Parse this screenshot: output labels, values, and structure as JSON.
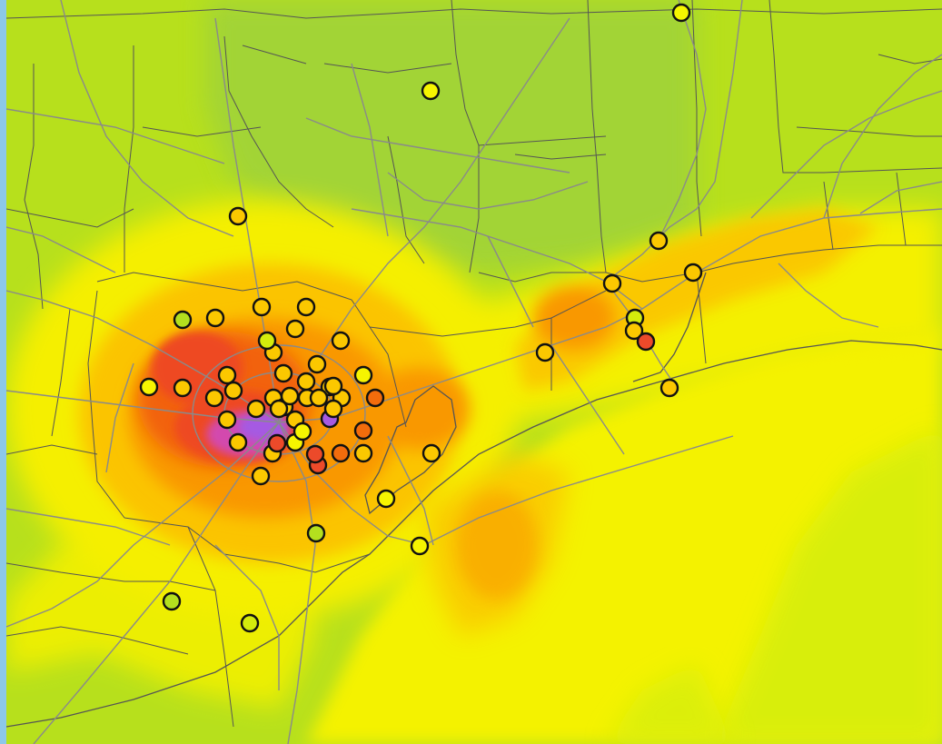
{
  "map": {
    "description_visible_text": "",
    "palette": {
      "green": "#9fd23a",
      "light_green": "#b4e01e",
      "yellow_green": "#d4ec0c",
      "yellow": "#f6f500",
      "light_orange": "#fbc800",
      "orange": "#f99a00",
      "dark_orange": "#f36c0c",
      "red": "#ec4a2a",
      "magenta": "#d24ab4",
      "purple": "#a65ae0",
      "road_color": "#8a8a8a",
      "border_color": "#555555",
      "site_outline": "#111111"
    },
    "sites": [
      {
        "id": "s1",
        "level": "yellow"
      },
      {
        "id": "s2",
        "level": "yellow"
      },
      {
        "id": "s3",
        "level": "light_orange"
      },
      {
        "id": "s4",
        "level": "light_orange"
      },
      {
        "id": "s5",
        "level": "light_orange"
      },
      {
        "id": "s6",
        "level": "light_orange"
      },
      {
        "id": "s7",
        "level": "light_orange"
      },
      {
        "id": "s8",
        "level": "light_orange"
      },
      {
        "id": "s9",
        "level": "light_orange"
      },
      {
        "id": "s10",
        "level": "light_green"
      },
      {
        "id": "s11",
        "level": "light_orange"
      },
      {
        "id": "s12",
        "level": "yellow_green"
      },
      {
        "id": "s13",
        "level": "light_orange"
      },
      {
        "id": "s14",
        "level": "light_orange"
      },
      {
        "id": "s15",
        "level": "light_orange"
      },
      {
        "id": "s16",
        "level": "light_orange"
      },
      {
        "id": "s17",
        "level": "yellow"
      },
      {
        "id": "s18",
        "level": "light_orange"
      },
      {
        "id": "s19",
        "level": "light_orange"
      },
      {
        "id": "s20",
        "level": "yellow"
      },
      {
        "id": "s21",
        "level": "light_orange"
      },
      {
        "id": "s22",
        "level": "light_orange"
      },
      {
        "id": "s23",
        "level": "light_orange"
      },
      {
        "id": "s24",
        "level": "light_orange"
      },
      {
        "id": "s25",
        "level": "light_orange"
      },
      {
        "id": "s26",
        "level": "light_orange"
      },
      {
        "id": "s27",
        "level": "dark_orange"
      },
      {
        "id": "s28",
        "level": "light_orange"
      },
      {
        "id": "s29",
        "level": "light_orange"
      },
      {
        "id": "s30",
        "level": "purple"
      },
      {
        "id": "s31",
        "level": "light_orange"
      },
      {
        "id": "s32",
        "level": "light_orange"
      },
      {
        "id": "s33",
        "level": "dark_orange"
      },
      {
        "id": "s34",
        "level": "red"
      },
      {
        "id": "s35",
        "level": "light_orange"
      },
      {
        "id": "s36",
        "level": "yellow"
      },
      {
        "id": "s37",
        "level": "light_orange"
      },
      {
        "id": "s38",
        "level": "dark_orange"
      },
      {
        "id": "s39",
        "level": "light_orange"
      },
      {
        "id": "s40",
        "level": "red"
      },
      {
        "id": "s41",
        "level": "light_orange"
      },
      {
        "id": "s42",
        "level": "light_orange"
      },
      {
        "id": "s43",
        "level": "light_orange"
      },
      {
        "id": "s44",
        "level": "yellow"
      },
      {
        "id": "s45",
        "level": "light_green"
      },
      {
        "id": "s46",
        "level": "light_green"
      },
      {
        "id": "s47",
        "level": "yellow_green"
      },
      {
        "id": "s48",
        "level": "light_orange"
      },
      {
        "id": "s49",
        "level": "yellow"
      },
      {
        "id": "s50",
        "level": "yellow_green"
      },
      {
        "id": "s51",
        "level": "light_orange"
      },
      {
        "id": "s52",
        "level": "light_orange"
      },
      {
        "id": "s53",
        "level": "yellow"
      },
      {
        "id": "s54",
        "level": "light_orange"
      },
      {
        "id": "s55",
        "level": "red"
      },
      {
        "id": "s56",
        "level": "red"
      },
      {
        "id": "s57",
        "level": "light_orange"
      },
      {
        "id": "s58",
        "level": "light_orange"
      },
      {
        "id": "s59",
        "level": "light_orange"
      },
      {
        "id": "s60",
        "level": "light_orange"
      }
    ]
  }
}
